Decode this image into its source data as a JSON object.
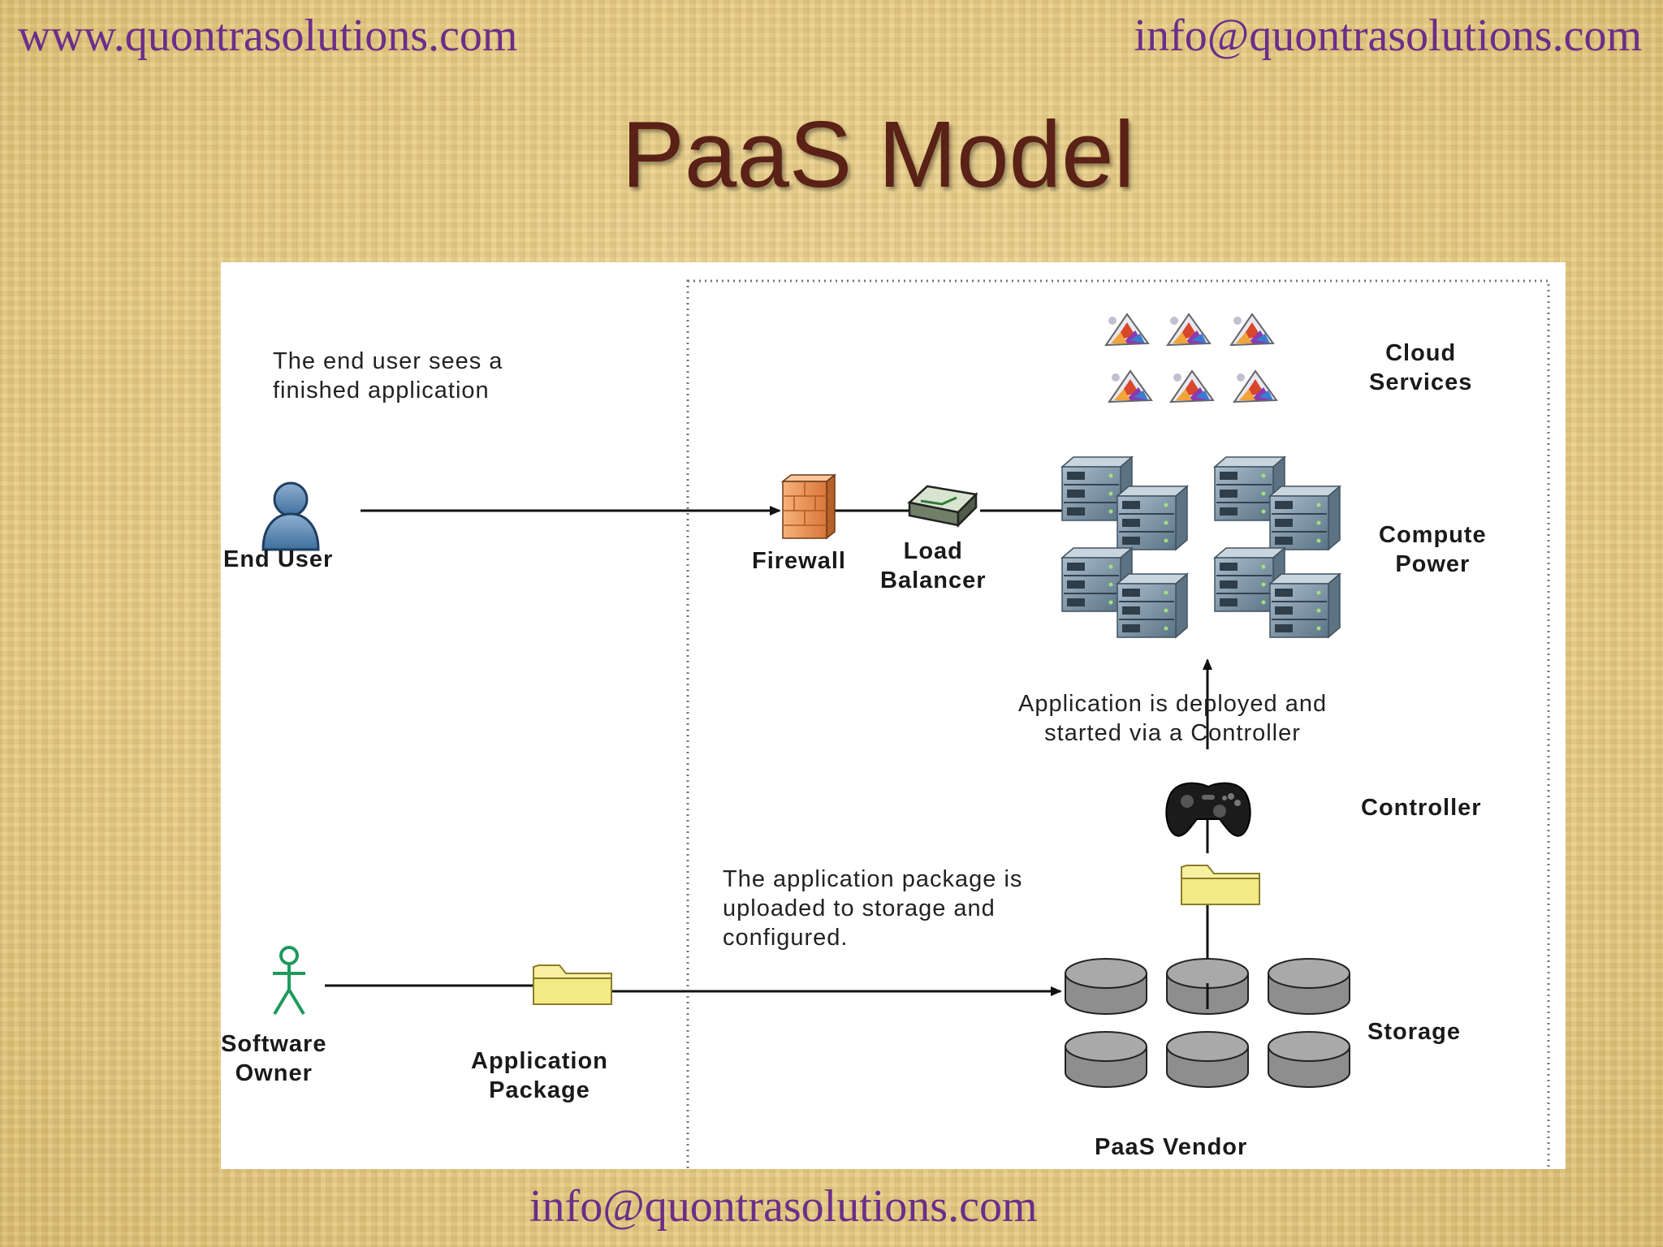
{
  "header": {
    "url": "www.quontrasolutions.com",
    "email_top": "info@quontrasolutions.com"
  },
  "title": "PaaS Model",
  "footer": {
    "email": "info@quontrasolutions.com"
  },
  "diagram": {
    "notes": {
      "end_user_sees": "The end user sees a\nfinished application",
      "deployed": "Application is deployed and\nstarted via a Controller",
      "uploaded": "The application package is\nuploaded to storage and\nconfigured."
    },
    "labels": {
      "end_user": "End User",
      "firewall": "Firewall",
      "load_balancer": "Load\nBalancer",
      "cloud_services": "Cloud\nServices",
      "compute_power": "Compute\nPower",
      "controller": "Controller",
      "software_owner": "Software\nOwner",
      "application_package": "Application\nPackage",
      "storage": "Storage",
      "paas_vendor": "PaaS Vendor"
    }
  }
}
